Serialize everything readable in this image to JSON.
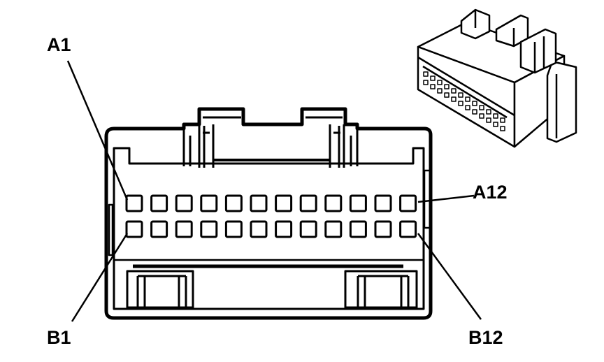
{
  "diagram": {
    "labels": {
      "a1": "A1",
      "a12": "A12",
      "b1": "B1",
      "b12": "B12"
    },
    "pin_rows": 2,
    "pins_per_row": 12,
    "colors": {
      "line": "#000000",
      "background": "#ffffff"
    }
  }
}
